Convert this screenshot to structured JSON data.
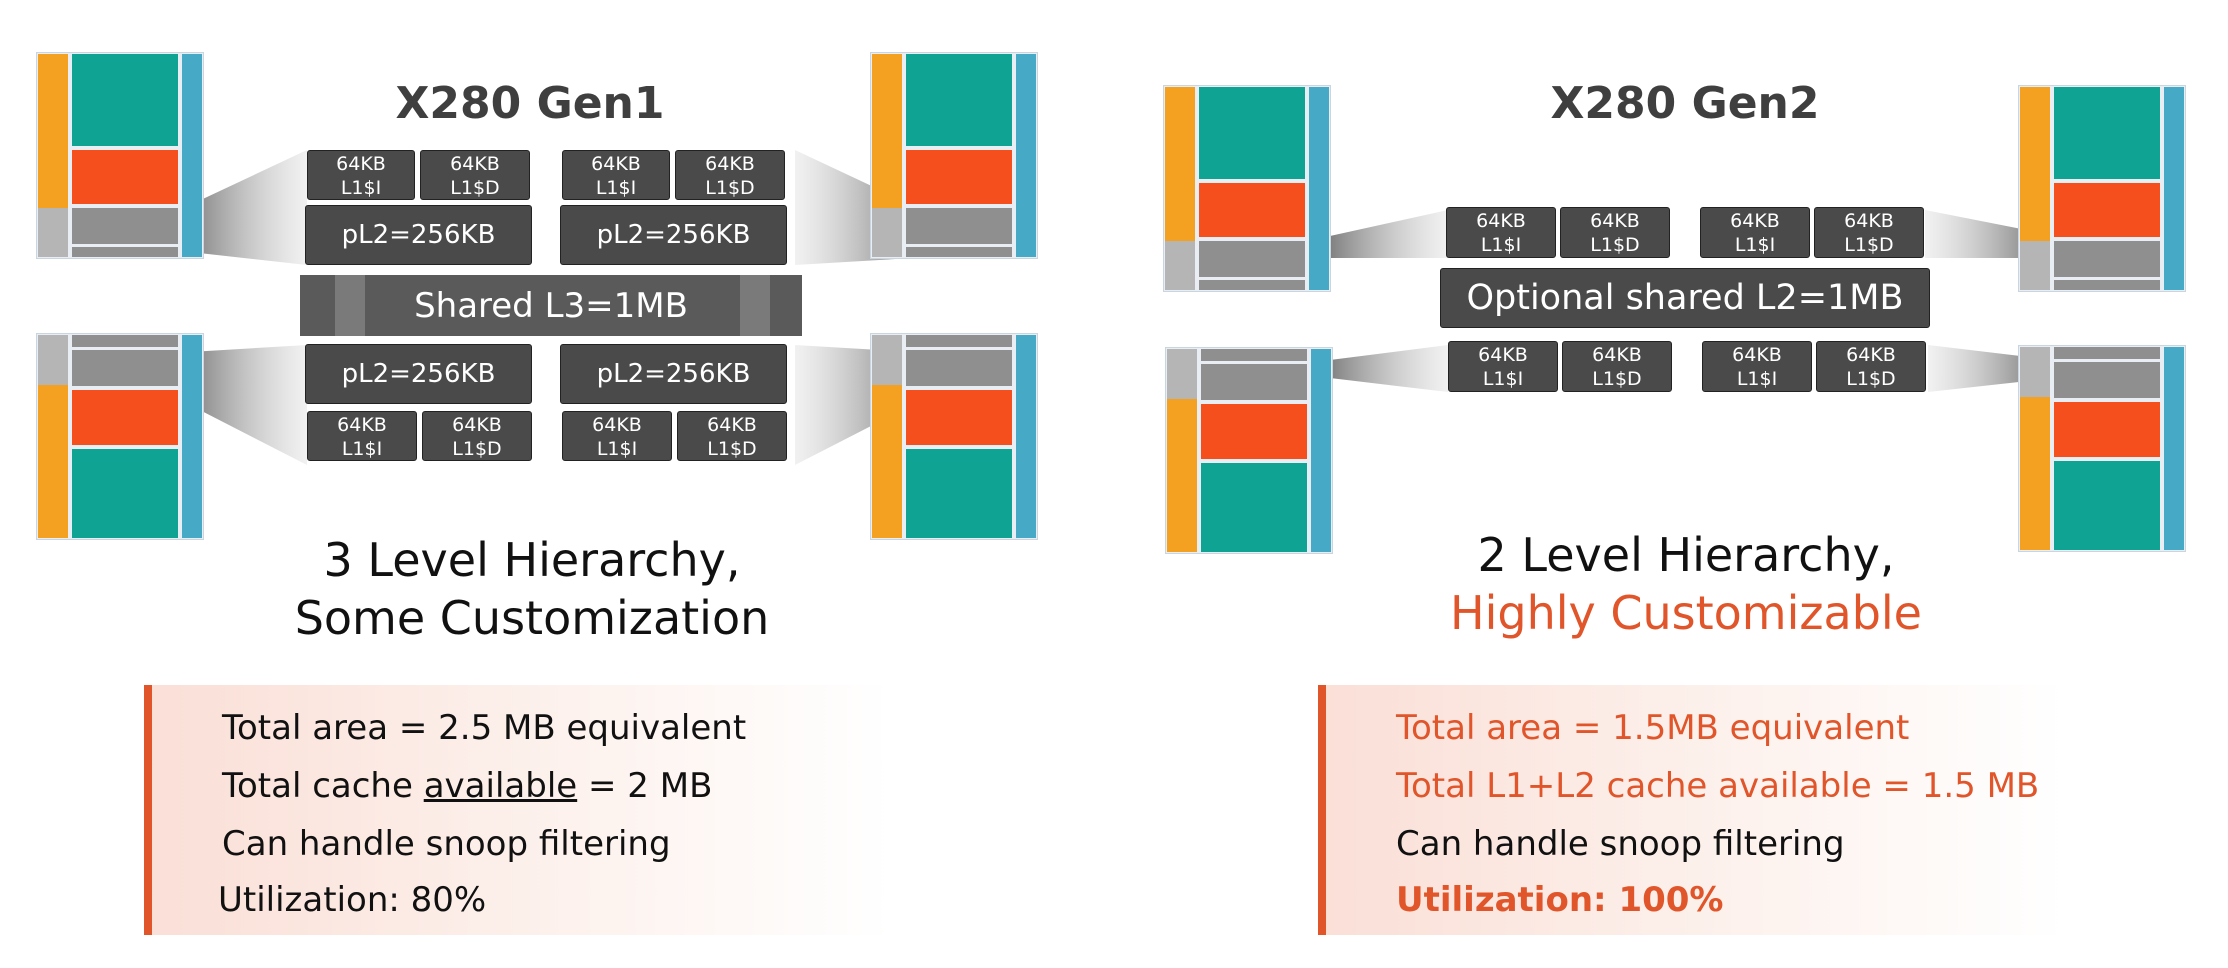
{
  "colors": {
    "orange_bar": "#f4a020",
    "teal": "#0fa394",
    "red_orange": "#f44f1c",
    "gray": "#8f8f8f",
    "blue_strip": "#46a9c6",
    "chip": "#4a4a4a",
    "accent": "#e0552a"
  },
  "left": {
    "title": "X280 Gen1",
    "top_left_l1": [
      "64KB\nL1$I",
      "64KB\nL1$D"
    ],
    "top_right_l1": [
      "64KB\nL1$I",
      "64KB\nL1$D"
    ],
    "top_pl2_left": "pL2=256KB",
    "top_pl2_right": "pL2=256KB",
    "shared": "Shared L3=1MB",
    "bottom_pl2_left": "pL2=256KB",
    "bottom_pl2_right": "pL2=256KB",
    "bottom_left_l1": [
      "64KB\nL1$I",
      "64KB\nL1$D"
    ],
    "bottom_right_l1": [
      "64KB\nL1$I",
      "64KB\nL1$D"
    ],
    "subtitle_line1": "3 Level Hierarchy,",
    "subtitle_line2": "Some Customization",
    "points": {
      "p1": "Total area = 2.5 MB equivalent",
      "p2_prefix": "Total cache ",
      "p2_underlined": "available",
      "p2_suffix": " = 2 MB",
      "p3": "Can handle snoop filtering",
      "p4": "Utilization: 80%"
    }
  },
  "right": {
    "title": "X280 Gen2",
    "top_l1": [
      "64KB\nL1$I",
      "64KB\nL1$D",
      "64KB\nL1$I",
      "64KB\nL1$D"
    ],
    "shared": "Optional shared L2=1MB",
    "bottom_l1": [
      "64KB\nL1$I",
      "64KB\nL1$D",
      "64KB\nL1$I",
      "64KB\nL1$D"
    ],
    "subtitle_line1": "2 Level Hierarchy,",
    "subtitle_line2": "Highly Customizable",
    "points": {
      "p1": "Total area = 1.5MB equivalent",
      "p2": "Total L1+L2 cache available = 1.5 MB",
      "p3": "Can handle snoop filtering",
      "p4": "Utilization: 100%"
    }
  }
}
